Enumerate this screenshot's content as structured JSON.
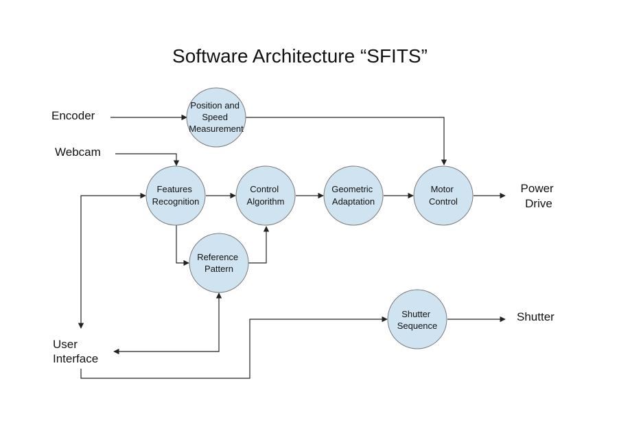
{
  "title": "Software Architecture “SFITS”",
  "colors": {
    "node_fill": "#cfe3f1",
    "node_stroke": "#7a7a7a",
    "edge": "#222222",
    "text": "#111111",
    "background": "#ffffff"
  },
  "nodes": {
    "position_speed": {
      "lines": [
        "Position and",
        "Speed",
        "Measurement"
      ]
    },
    "features_recognition": {
      "lines": [
        "Features",
        "Recognition"
      ]
    },
    "control_algorithm": {
      "lines": [
        "Control",
        "Algorithm"
      ]
    },
    "geometric_adaptation": {
      "lines": [
        "Geometric",
        "Adaptation"
      ]
    },
    "motor_control": {
      "lines": [
        "Motor",
        "Control"
      ]
    },
    "reference_pattern": {
      "lines": [
        "Reference",
        "Pattern"
      ]
    },
    "shutter_sequence": {
      "lines": [
        "Shutter",
        "Sequence"
      ]
    }
  },
  "external": {
    "encoder": {
      "lines": [
        "Encoder"
      ]
    },
    "webcam": {
      "lines": [
        "Webcam"
      ]
    },
    "power_drive": {
      "lines": [
        "Power",
        "Drive"
      ]
    },
    "shutter": {
      "lines": [
        "Shutter"
      ]
    },
    "user_interface": {
      "lines": [
        "User",
        "Interface"
      ]
    }
  }
}
